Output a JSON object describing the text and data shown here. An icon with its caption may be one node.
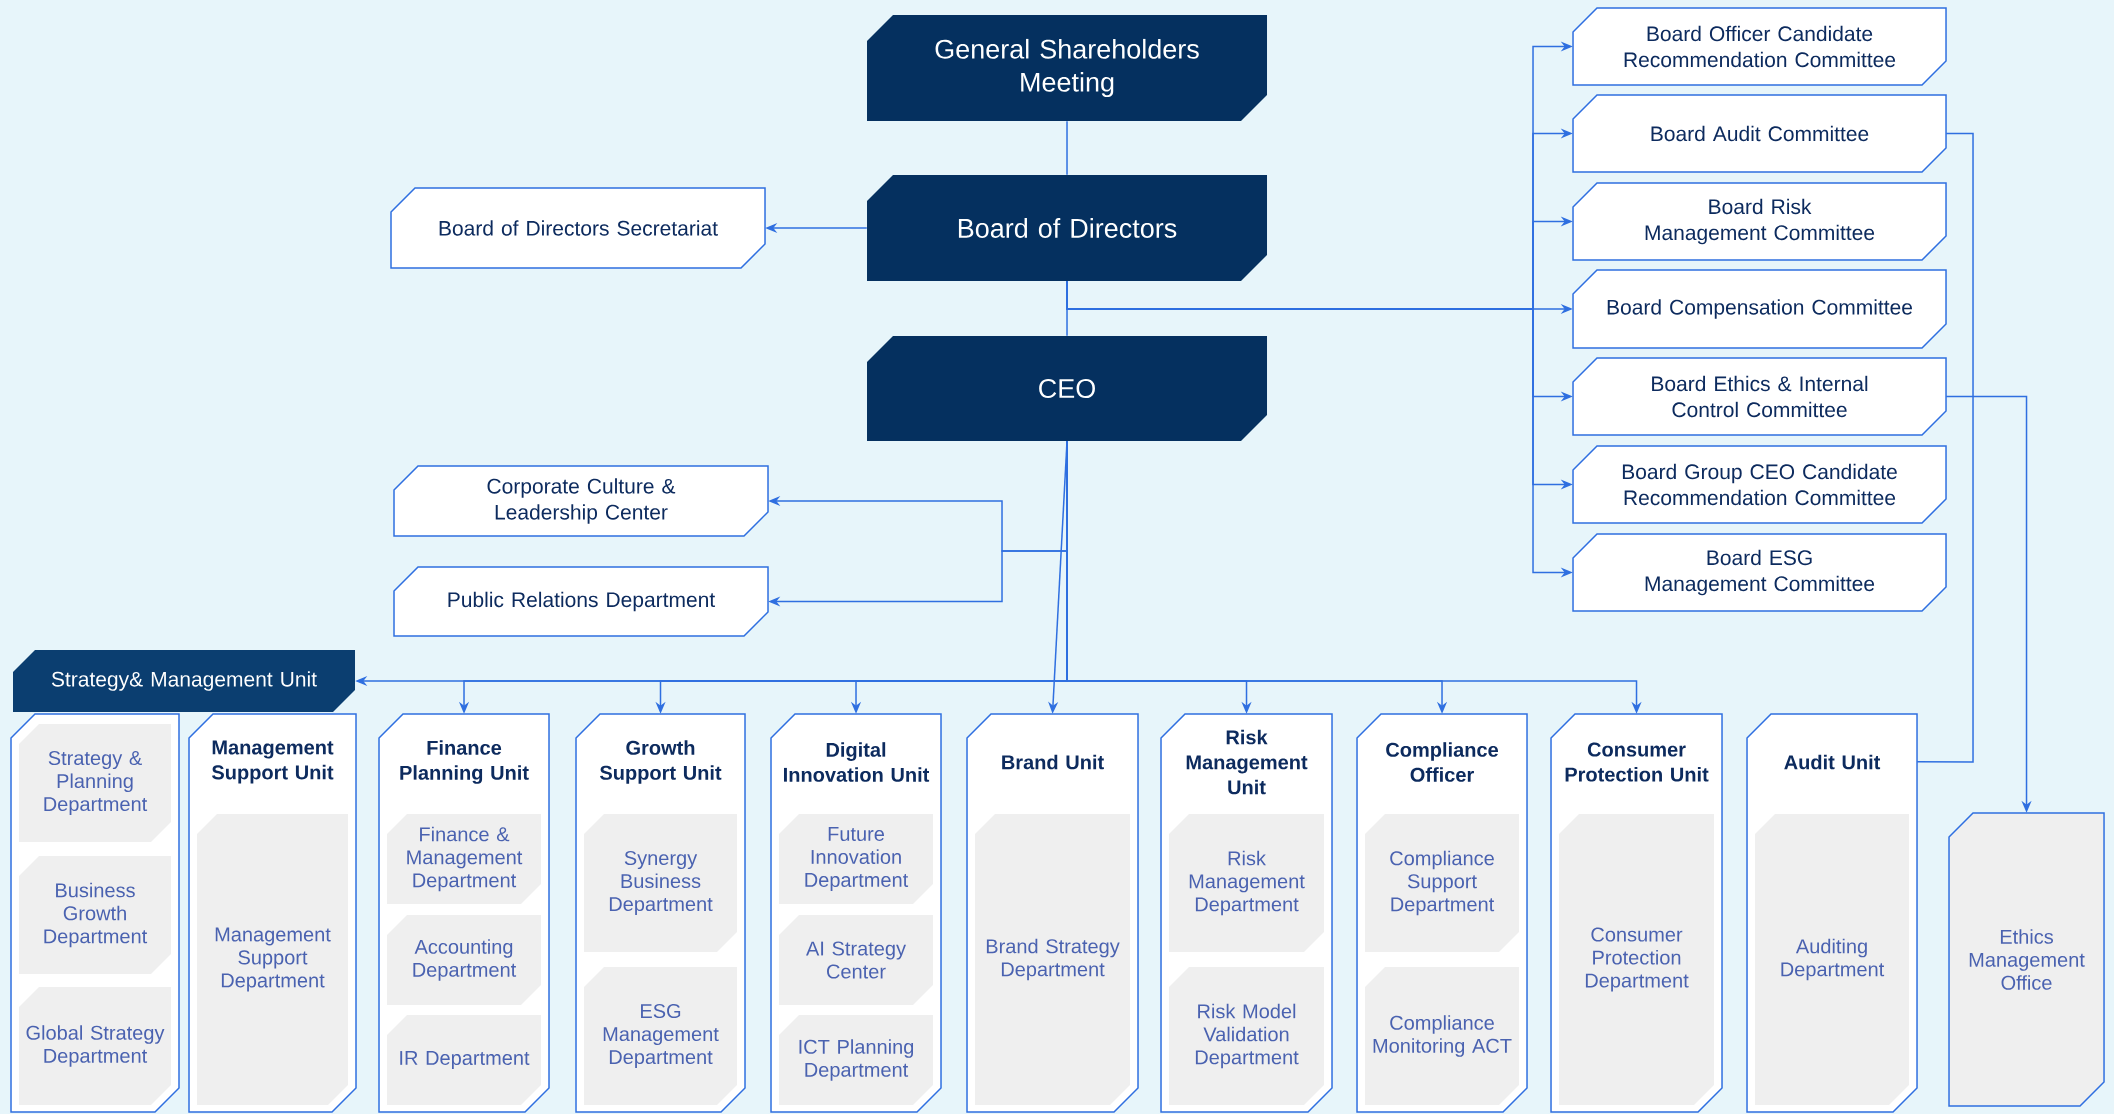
{
  "diagram": {
    "nodes": [
      {
        "text": [
          "General Shareholders Meeting"
        ]
      },
      {
        "text": [
          "Board of Directors"
        ]
      },
      {
        "text": [
          "Board of Directors Secretariat"
        ]
      },
      {
        "text": [
          "CEO"
        ]
      },
      {
        "text": [
          "Board Officer Candidate Recommendation Committee"
        ]
      },
      {
        "text": [
          "Board Audit Committee"
        ]
      },
      {
        "text": [
          "Board Risk Management Committee"
        ]
      },
      {
        "text": [
          "Board Compensation Committee"
        ]
      },
      {
        "text": [
          "Board Ethics & Internal Control Committee"
        ]
      },
      {
        "text": [
          "Board Group CEO Candidate Recommendation Committee"
        ]
      },
      {
        "text": [
          "Board ESG Management Committee"
        ]
      },
      {
        "text": [
          "Corporate Culture & Leadership Center"
        ]
      },
      {
        "text": [
          "Public Relations Department"
        ]
      },
      {
        "text": [
          "Strategy& Management Unit"
        ]
      },
      {
        "text": [],
        "shape": "box"
      },
      {
        "text": [
          "Strategy & Planning Department"
        ],
        "in": 14
      },
      {
        "text": [
          "Business Growth Department"
        ],
        "in": 14
      },
      {
        "text": [
          "Global Strategy Department"
        ],
        "in": 14
      },
      {
        "text": [
          "Management Support Unit"
        ]
      },
      {
        "text": [
          "Management Support Department"
        ],
        "in": 18
      },
      {
        "text": [
          "Finance Planning Unit"
        ]
      },
      {
        "text": [
          "Finance & Management Department"
        ],
        "in": 20
      },
      {
        "text": [
          "Accounting Department"
        ],
        "in": 20
      },
      {
        "text": [
          "IR Department"
        ],
        "in": 20
      },
      {
        "text": [
          "Growth Support Unit"
        ]
      },
      {
        "text": [
          "Synergy Business Department"
        ],
        "in": 24
      },
      {
        "text": [
          "ESG Management Department"
        ],
        "in": 24
      },
      {
        "text": [
          "Digital Innovation Unit"
        ]
      },
      {
        "text": [
          "Future Innovation Department"
        ],
        "in": 27
      },
      {
        "text": [
          "AI Strategy Center"
        ],
        "in": 27
      },
      {
        "text": [
          "ICT Planning Department"
        ],
        "in": 27
      },
      {
        "text": [
          "Brand Unit"
        ]
      },
      {
        "text": [
          "Brand Strategy Department"
        ],
        "in": 31
      },
      {
        "text": [
          "Risk Management Unit"
        ]
      },
      {
        "text": [
          "Risk Management Department"
        ],
        "in": 33
      },
      {
        "text": [
          "Risk Model Validation Department"
        ],
        "in": 33
      },
      {
        "text": [
          "Compliance Officer"
        ]
      },
      {
        "text": [
          "Compliance Support Department"
        ],
        "in": 36
      },
      {
        "text": [
          "Compliance Monitoring ACT"
        ],
        "in": 36
      },
      {
        "text": [
          "Consumer Protection Unit"
        ]
      },
      {
        "text": [
          "Consumer Protection Department"
        ],
        "in": 39
      },
      {
        "text": [
          "Audit Unit"
        ]
      },
      {
        "text": [
          "Auditing Department"
        ],
        "in": 41
      },
      {
        "text": [
          "Ethics Management Office"
        ]
      }
    ],
    "edges": [
      {
        "from": 0,
        "to": 1,
        "arrow": "none"
      },
      {
        "from": 1,
        "to": 2,
        "arrow": "to"
      },
      {
        "from": 1,
        "to": 3,
        "arrow": "none"
      },
      {
        "from": 1,
        "to": 4,
        "arrow": "to"
      },
      {
        "from": 1,
        "to": 5,
        "arrow": "to"
      },
      {
        "from": 1,
        "to": 6,
        "arrow": "to"
      },
      {
        "from": 1,
        "to": 7,
        "arrow": "to"
      },
      {
        "from": 1,
        "to": 8,
        "arrow": "to"
      },
      {
        "from": 1,
        "to": 9,
        "arrow": "to"
      },
      {
        "from": 1,
        "to": 10,
        "arrow": "to"
      },
      {
        "from": 3,
        "to": 11,
        "arrow": "to"
      },
      {
        "from": 3,
        "to": 12,
        "arrow": "to"
      },
      {
        "from": 3,
        "to": 13,
        "arrow": "to"
      },
      {
        "from": 3,
        "to": 20,
        "arrow": "to"
      },
      {
        "from": 3,
        "to": 24,
        "arrow": "to"
      },
      {
        "from": 3,
        "to": 27,
        "arrow": "to"
      },
      {
        "from": 3,
        "to": 31,
        "arrow": "to"
      },
      {
        "from": 3,
        "to": 33,
        "arrow": "to"
      },
      {
        "from": 3,
        "to": 36,
        "arrow": "to"
      },
      {
        "from": 3,
        "to": 39,
        "arrow": "to"
      },
      {
        "from": 5,
        "to": 41,
        "arrow": "none"
      },
      {
        "from": 8,
        "to": 43,
        "arrow": "to"
      }
    ]
  }
}
